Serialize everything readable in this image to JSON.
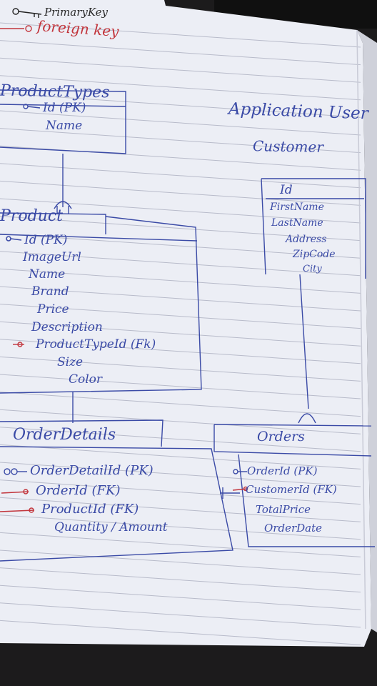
{
  "legend": {
    "primary_key": "PrimaryKey",
    "foreign_key": "foreign key"
  },
  "headings": {
    "application_user": "Application User",
    "customer": "Customer"
  },
  "entities": {
    "product_types": {
      "title": "ProductTypes",
      "fields": [
        "Id (PK)",
        "Name"
      ]
    },
    "product": {
      "title": "Product",
      "fields": [
        "Id (PK)",
        "ImageUrl",
        "Name",
        "Brand",
        "Price",
        "Description",
        "ProductTypeId (Fk)",
        "Size",
        "Color"
      ]
    },
    "customer": {
      "fields": [
        "Id",
        "FirstName",
        "LastName",
        "Address",
        "ZipCode",
        "City"
      ]
    },
    "order_details": {
      "title": "OrderDetails",
      "fields": [
        "OrderDetailId (PK)",
        "OrderId (FK)",
        "ProductId (FK)",
        "Quantity / Amount"
      ]
    },
    "orders": {
      "title": "Orders",
      "fields": [
        "OrderId (PK)",
        "CustomerId (FK)",
        "TotalPrice",
        "OrderDate"
      ]
    }
  },
  "colors": {
    "ink_blue": "#3a4aa6",
    "ink_red": "#c2353c",
    "paper": "#eef0f6",
    "rule_lines": "#b9bccb"
  }
}
